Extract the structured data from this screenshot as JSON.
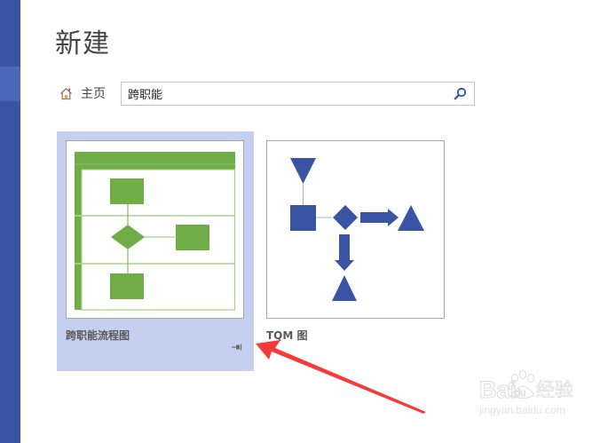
{
  "sidebar": {
    "color": "#3a54a4",
    "active_color": "#4b68b8"
  },
  "header": {
    "title": "新建"
  },
  "breadcrumb": {
    "home_icon": "home-icon",
    "home_label": "主页"
  },
  "search": {
    "value": "跨职能",
    "placeholder": "",
    "icon": "search-icon"
  },
  "templates": [
    {
      "label": "跨职能流程图",
      "selected": true,
      "accent": "#70ad47",
      "pin_icon": "pin-icon"
    },
    {
      "label": "TQM 图",
      "selected": false,
      "accent": "#3a54a4"
    }
  ],
  "annotation": {
    "type": "arrow",
    "color": "#ff3333"
  },
  "watermark": {
    "brand": "Bai du 经验",
    "url": "jingyan.baidu.com"
  }
}
